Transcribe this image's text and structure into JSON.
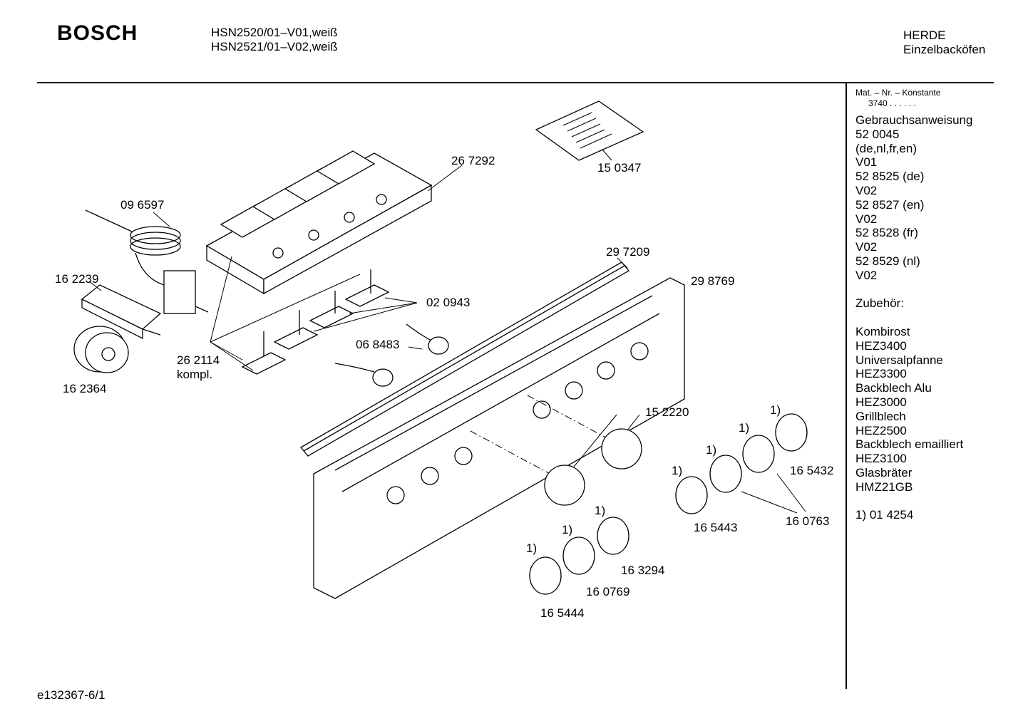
{
  "header": {
    "brand": "BOSCH",
    "models": [
      "HSN2520/01–V01,weiß",
      "HSN2521/01–V02,weiß"
    ],
    "category": [
      "HERDE",
      "Einzelbacköfen"
    ]
  },
  "sidebar": {
    "mat_header": "Mat. – Nr. – Konstante",
    "mat_value": "3740 .  .  .  .  .  .",
    "lines": [
      "Gebrauchsanweisung",
      "52 0045",
      "(de,nl,fr,en)",
      "V01",
      "52 8525 (de)",
      "V02",
      "52 8527 (en)",
      "V02",
      "52 8528 (fr)",
      "V02",
      "52 8529 (nl)",
      "V02",
      "",
      "Zubehör:",
      "",
      "Kombirost",
      "HEZ3400",
      "Universalpfanne",
      "HEZ3300",
      "Backblech Alu",
      "HEZ3000",
      "Grillblech",
      "HEZ2500",
      "Backblech emailliert",
      "HEZ3100",
      "Glasbräter",
      "HMZ21GB",
      "",
      "1) 01 4254"
    ]
  },
  "parts": {
    "p267292": "26 7292",
    "p150347": "15 0347",
    "p096597": "09 6597",
    "p162239": "16 2239",
    "p162364": "16 2364",
    "p262114": "26 2114",
    "p262114b": "kompl.",
    "p020943": "02 0943",
    "p068483": "06 8483",
    "p297209": "29 7209",
    "p298769": "29 8769",
    "p152220": "15 2220",
    "p165432": "16 5432",
    "p165443": "16 5443",
    "p160763": "16 0763",
    "p163294": "16 3294",
    "p160769": "16 0769",
    "p165444": "16 5444",
    "footnote": "1)"
  },
  "footer": {
    "ref": "e132367-6/1"
  }
}
